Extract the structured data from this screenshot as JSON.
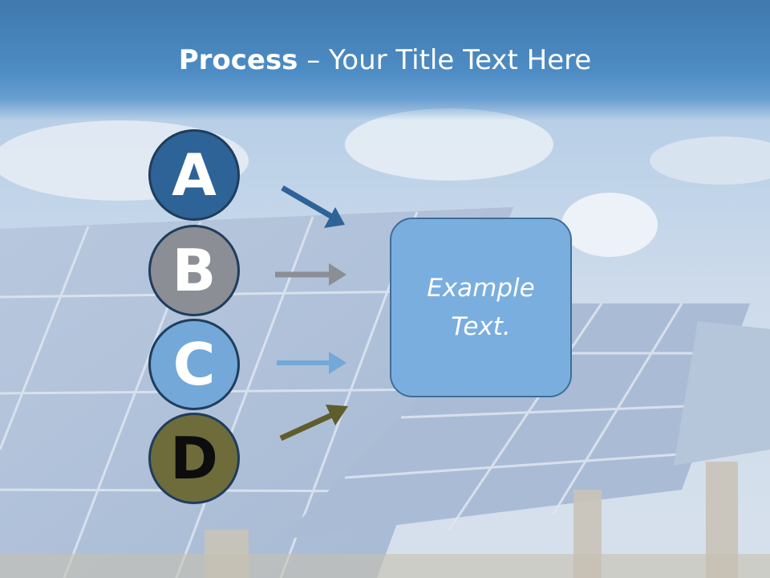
{
  "slide": {
    "title_bold": "Process",
    "title_rest": " – Your Title Text Here"
  },
  "diagram": {
    "nodes": [
      {
        "label": "A",
        "color": "#2e6398"
      },
      {
        "label": "B",
        "color": "#8b8e95"
      },
      {
        "label": "C",
        "color": "#73a8d8"
      },
      {
        "label": "D",
        "color": "#6e6c3a"
      }
    ],
    "arrows": [
      {
        "from": "A",
        "color": "#2e6398"
      },
      {
        "from": "B",
        "color": "#8b8e95"
      },
      {
        "from": "C",
        "color": "#73a8d8"
      },
      {
        "from": "D",
        "color": "#5f5d2c"
      }
    ],
    "box": {
      "line1": "Example",
      "line2": "Text.",
      "color": "#7aaedf"
    }
  }
}
